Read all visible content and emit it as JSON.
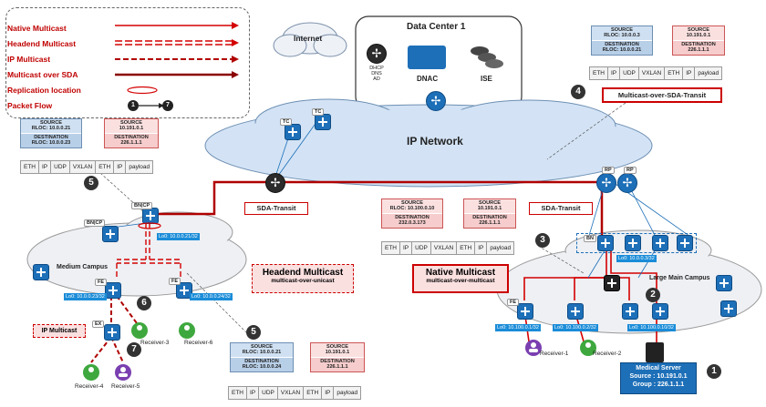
{
  "legend": {
    "items": [
      {
        "label": "Native Multicast",
        "style": "solid-thin",
        "color": "#d40000"
      },
      {
        "label": "Headend Multicast",
        "style": "double-dash",
        "color": "#d40000"
      },
      {
        "label": "IP Multicast",
        "style": "dashed",
        "color": "#b00000"
      },
      {
        "label": "Multicast over SDA",
        "style": "solid-thick",
        "color": "#8b0000"
      },
      {
        "label": "Replication location",
        "style": "oval",
        "color": "#d40000"
      },
      {
        "label": "Packet Flow",
        "style": "numbered",
        "color": "#222222"
      }
    ],
    "flow_start": "1",
    "flow_end": "7"
  },
  "internet": {
    "label": "Internet"
  },
  "datacenter": {
    "title": "Data Center 1",
    "dhcp": "DHCP",
    "dns": "DNS",
    "ad": "AD",
    "dnac": "DNAC",
    "ise": "ISE"
  },
  "ip_network": {
    "label": "IP  Network",
    "tc1": "TC",
    "tc2": "TC",
    "rp1": "RP",
    "rp2": "RP"
  },
  "transits": {
    "sda_transit_left": "SDA-Transit",
    "sda_transit_right": "SDA-Transit",
    "mc_over_sda_transit": "Multicast-over-SDA-Transit"
  },
  "headers": {
    "top_right_blue": {
      "source_title": "SOURCE",
      "source": "RLOC: 10.0.0.3",
      "dest_title": "DESTINATION",
      "dest": "RLOC: 10.0.0.21"
    },
    "top_right_pink": {
      "source_title": "SOURCE",
      "source": "10.191.0.1",
      "dest_title": "DESTINATION",
      "dest": "226.1.1.1"
    },
    "left_blue": {
      "source_title": "SOURCE",
      "source": "RLOC: 10.0.0.21",
      "dest_title": "DESTINATION",
      "dest": "RLOC: 10.0.0.23"
    },
    "left_pink": {
      "source_title": "SOURCE",
      "source": "10.191.0.1",
      "dest_title": "DESTINATION",
      "dest": "226.1.1.1"
    },
    "mid_pink_a": {
      "source_title": "SOURCE",
      "source": "RLOC: 10.100.0.10",
      "dest_title": "DESTINATION",
      "dest": "232.0.3.173"
    },
    "mid_pink_b": {
      "source_title": "SOURCE",
      "source": "10.191.0.1",
      "dest_title": "DESTINATION",
      "dest": "226.1.1.1"
    },
    "bottom_blue": {
      "source_title": "SOURCE",
      "source": "RLOC: 10.0.0.21",
      "dest_title": "DESTINATION",
      "dest": "RLOC: 10.0.0.24"
    },
    "bottom_pink": {
      "source_title": "SOURCE",
      "source": "10.191.0.1",
      "dest_title": "DESTINATION",
      "dest": "226.1.1.1"
    }
  },
  "packets": {
    "top_right": [
      "ETH",
      "IP",
      "UDP",
      "VXLAN",
      "ETH",
      "IP",
      "payload"
    ],
    "left": [
      "ETH",
      "IP",
      "UDP",
      "VXLAN",
      "ETH",
      "IP",
      "payload"
    ],
    "middle": [
      "ETH",
      "IP",
      "UDP",
      "VXLAN",
      "ETH",
      "IP",
      "payload"
    ],
    "bottom": [
      "ETH",
      "IP",
      "UDP",
      "VXLAN",
      "ETH",
      "IP",
      "payload"
    ]
  },
  "steps": {
    "s1": "1",
    "s2": "2",
    "s3": "3",
    "s4": "4",
    "s5a": "5",
    "s5b": "5",
    "s6": "6",
    "s7": "7"
  },
  "medium_campus": {
    "title": "Medium Campus",
    "bncp": "BN|CP",
    "bncp2": "BN|CP",
    "lo_bn": "Lo0: 10.0.0.21/32",
    "fe1": "FE",
    "fe2": "FE",
    "lo_fe1": "Lo0: 10.0.0.23/32",
    "lo_fe2": "Lo0: 10.0.0.24/32",
    "ex": "EX",
    "ip_multicast": "IP Multicast",
    "headend_title": "Headend Multicast",
    "headend_sub": "multicast-over-unicast",
    "receivers": [
      "Receiver-3",
      "Receiver-6",
      "Receiver-4",
      "Receiver-5"
    ]
  },
  "large_campus": {
    "title": "Large Main Campus",
    "native_title": "Native Multicast",
    "native_sub": "multicast-over-multicast",
    "bn": "BN",
    "lo_bn": "Lo0: 10.0.0.3/32",
    "fe": "FE",
    "lo_fe1": "Lo0: 10.100.0.1/32",
    "lo_fe2": "Lo0: 10.100.0.2/32",
    "lo_fe3": "Lo0: 10.100.0.10/32",
    "receivers": [
      "Receiver-1",
      "Receiver-2"
    ],
    "server_title": "Medical Server",
    "server_source": "Source : 10.191.0.1",
    "server_group": "Group : 226.1.1.1"
  }
}
